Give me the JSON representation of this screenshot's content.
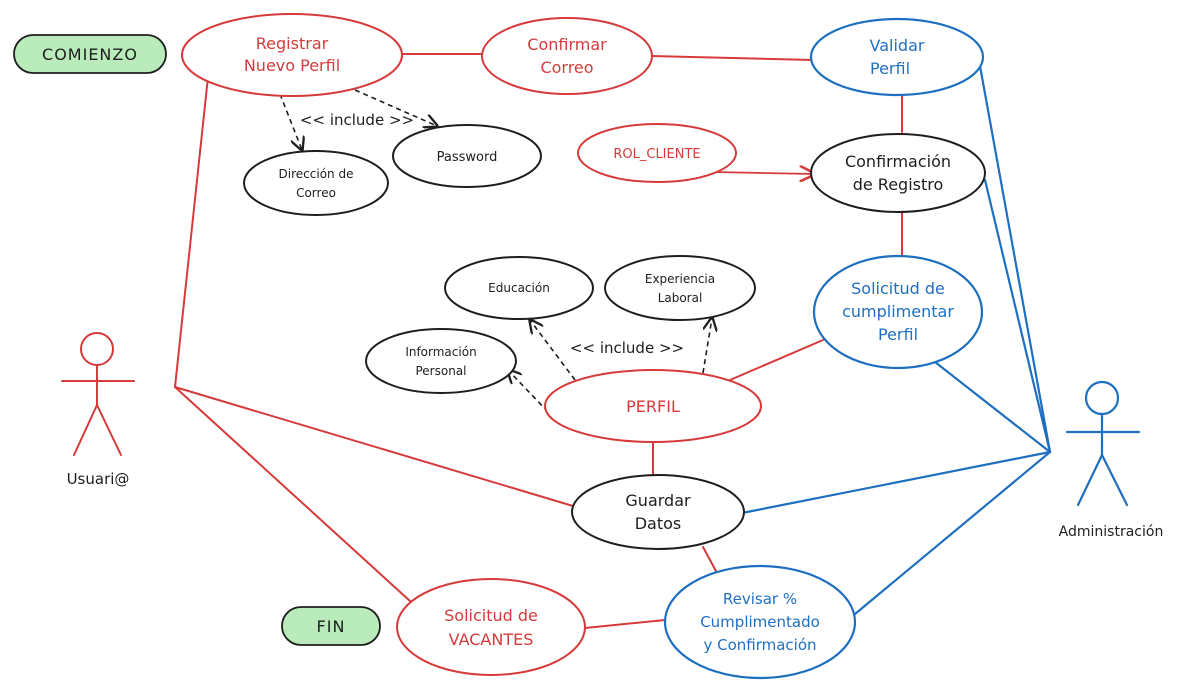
{
  "colors": {
    "red": "#d63a3a",
    "blue": "#1f6fc0",
    "black": "#1e1e1e",
    "green": "#b9ebbb"
  },
  "start": {
    "label": "COMIENZO"
  },
  "end": {
    "label": "FIN"
  },
  "actors": {
    "user": {
      "label": "Usuari@",
      "icon": "stick-figure-icon"
    },
    "admin": {
      "label": "Administración",
      "icon": "stick-figure-icon"
    }
  },
  "usecases": {
    "registrar": {
      "line1": "Registrar",
      "line2": "Nuevo Perfil"
    },
    "confirmar": {
      "line1": "Confirmar",
      "line2": "Correo"
    },
    "validar": {
      "line1": "Validar",
      "line2": "Perfil"
    },
    "password": {
      "line1": "Password"
    },
    "direccion": {
      "line1": "Dirección de",
      "line2": "Correo"
    },
    "rol": {
      "line1": "ROL_CLIENTE"
    },
    "confirmacion": {
      "line1": "Confirmación",
      "line2": "de Registro"
    },
    "educacion": {
      "line1": "Educación"
    },
    "experiencia": {
      "line1": "Experiencia",
      "line2": "Laboral"
    },
    "solicitud_perfil": {
      "line1": "Solicitud de",
      "line2": "cumplimentar",
      "line3": "Perfil"
    },
    "informacion": {
      "line1": "Información",
      "line2": "Personal"
    },
    "perfil": {
      "line1": "PERFIL"
    },
    "guardar": {
      "line1": "Guardar",
      "line2": "Datos"
    },
    "vacantes": {
      "line1": "Solicitud de",
      "line2": "VACANTES"
    },
    "revisar": {
      "line1": "Revisar %",
      "line2": "Cumplimentado",
      "line3": "y Confirmación"
    }
  },
  "relations": {
    "include_top": "<< include >>",
    "include_mid": "<< include >>"
  }
}
